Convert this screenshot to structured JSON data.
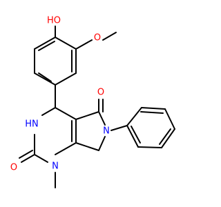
{
  "molecule": {
    "colors": {
      "bond": "#000000",
      "oxygen": "#ff0000",
      "nitrogen": "#0000ff",
      "background": "#ffffff"
    },
    "labels": {
      "hydroxyl": "HO",
      "methoxy_oxygen": "O",
      "ketone_oxygen": "O",
      "urea_oxygen": "O",
      "lactam_nitrogen": "N",
      "amine_nitrogen": "HN",
      "methyl_nitrogen": "N"
    }
  }
}
